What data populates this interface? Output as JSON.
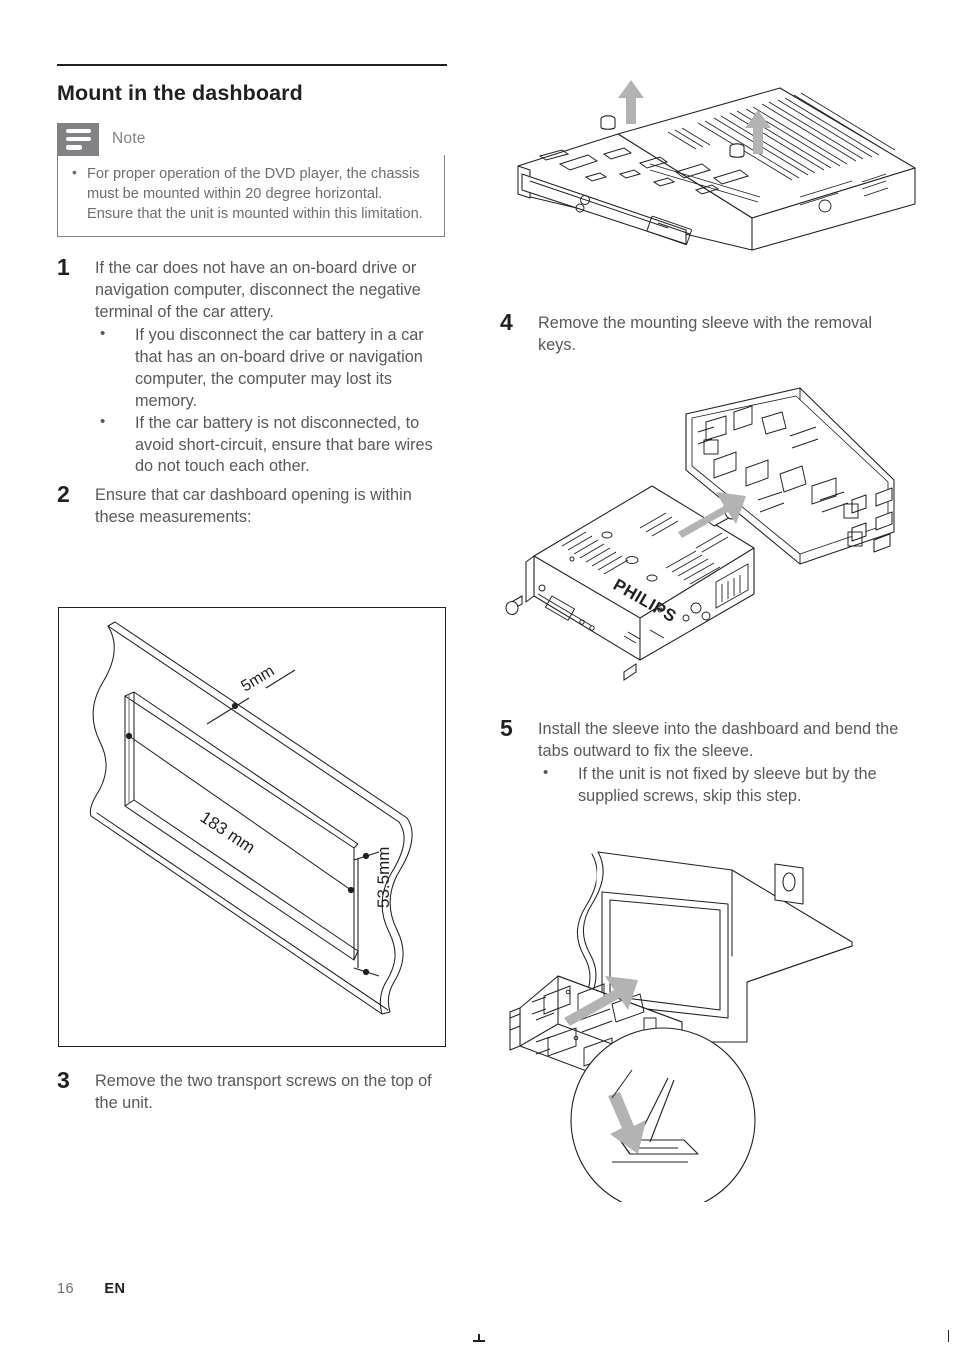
{
  "page": {
    "heading": "Mount in the dashboard",
    "footer_page_number": "16",
    "footer_language": "EN"
  },
  "note": {
    "icon": "note-bars-icon",
    "label": "Note",
    "items": [
      "For proper operation of the DVD player, the chassis must be mounted within 20 degree horizontal. Ensure that the unit is mounted within this limitation."
    ]
  },
  "steps": [
    {
      "number": "1",
      "text": "If the car does not have an on-board drive or navigation computer, disconnect the negative terminal of the car attery.",
      "bullets": [
        "If you disconnect the car battery in a car that has an on-board drive or navigation computer, the computer may lost its memory.",
        "If the car battery is not disconnected, to avoid short-circuit, ensure that bare wires do not touch each other."
      ]
    },
    {
      "number": "2",
      "text": "Ensure that car dashboard opening is within these measurements:",
      "bullets": []
    },
    {
      "number": "3",
      "text": "Remove the two transport screws on the top of the unit.",
      "bullets": []
    },
    {
      "number": "4",
      "text": "Remove the mounting sleeve with the removal keys.",
      "bullets": []
    },
    {
      "number": "5",
      "text": "Install the sleeve into the dashboard and bend the tabs outward to fix the sleeve.",
      "bullets": [
        "If the unit is not fixed by sleeve but by the supplied screws, skip this step."
      ]
    }
  ],
  "figures": {
    "dashboard_opening": {
      "name": "dashboard-opening-measurement-diagram",
      "labels": {
        "thickness": "5mm",
        "width": "183 mm",
        "height": "53.5mm"
      }
    },
    "transport_screws": {
      "name": "transport-screws-removal-diagram",
      "arrow_count": 2
    },
    "sleeve_removal": {
      "name": "mounting-sleeve-removal-diagram",
      "brand_label": "PHILIPS"
    },
    "sleeve_install": {
      "name": "sleeve-install-dashboard-diagram"
    }
  },
  "colors": {
    "text_dark": "#231f20",
    "text_body": "#58595b",
    "note_gray": "#808285",
    "arrow_gray": "#b3b3b3",
    "line": "#231f20"
  }
}
